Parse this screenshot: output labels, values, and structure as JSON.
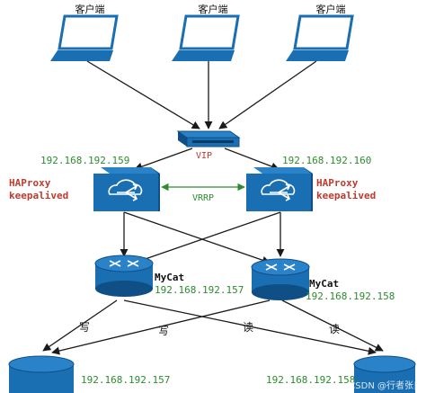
{
  "clients": [
    {
      "label": "客户端"
    },
    {
      "label": "客户端"
    },
    {
      "label": "客户端"
    }
  ],
  "switch": {
    "vip_label": "VIP"
  },
  "haproxy": [
    {
      "ip": "192.168.192.159",
      "name_line1": "HAProxy",
      "name_line2": "keepalived"
    },
    {
      "ip": "192.168.192.160",
      "name_line1": "HAProxy",
      "name_line2": "keepalived"
    }
  ],
  "vrrp_label": "VRRP",
  "mycat": [
    {
      "name": "MyCat",
      "ip": "192.168.192.157"
    },
    {
      "name": "MyCat",
      "ip": "192.168.192.158"
    }
  ],
  "edge_labels": {
    "write_1": "写",
    "write_2": "写",
    "read_1": "读",
    "read_2": "读"
  },
  "databases": [
    {
      "ip": "192.168.192.157"
    },
    {
      "ip": "192.168.192.158"
    }
  ],
  "watermark": "CSDN @行者张良",
  "colors": {
    "device_blue": "#1a6fb3",
    "device_dark": "#0f4f86",
    "ip_green": "#2e8b2e",
    "haproxy_red": "#c0392b",
    "line": "#1a1a1a"
  }
}
